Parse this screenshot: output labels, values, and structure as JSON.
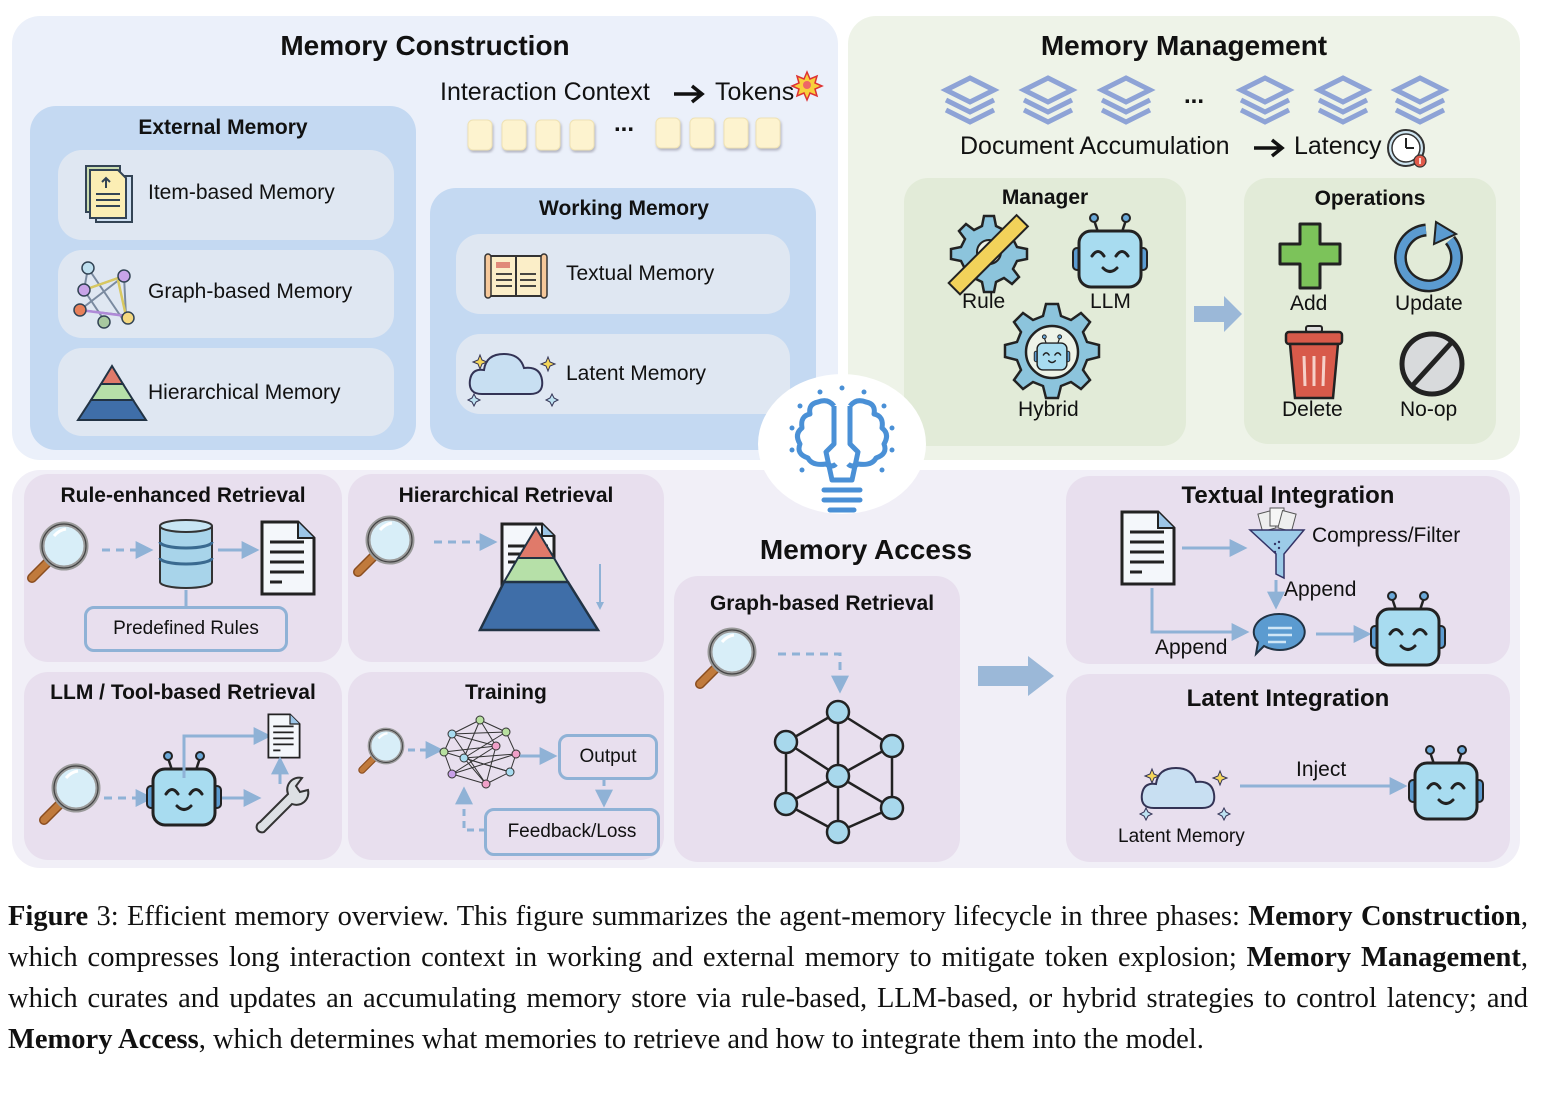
{
  "construction": {
    "title": "Memory Construction",
    "context_label": "Interaction Context",
    "tokens_label": "Tokens",
    "ellipsis": "...",
    "external": {
      "title": "External Memory",
      "items": [
        {
          "label": "Item-based Memory",
          "icon": "document-stack-icon"
        },
        {
          "label": "Graph-based Memory",
          "icon": "graph-network-icon"
        },
        {
          "label": "Hierarchical Memory",
          "icon": "pyramid-icon"
        }
      ]
    },
    "working": {
      "title": "Working Memory",
      "items": [
        {
          "label": "Textual Memory",
          "icon": "open-book-icon"
        },
        {
          "label": "Latent Memory",
          "icon": "cloud-icon"
        }
      ]
    }
  },
  "management": {
    "title": "Memory Management",
    "ellipsis": "...",
    "accumulation_label": "Document Accumulation",
    "latency_label": "Latency",
    "manager": {
      "title": "Manager",
      "rule": "Rule",
      "llm": "LLM",
      "hybrid": "Hybrid"
    },
    "operations": {
      "title": "Operations",
      "add": "Add",
      "update": "Update",
      "delete": "Delete",
      "noop": "No-op"
    }
  },
  "access": {
    "title": "Memory Access",
    "rule_enhanced": {
      "title": "Rule-enhanced Retrieval",
      "rules_box": "Predefined Rules"
    },
    "hierarchical": {
      "title": "Hierarchical Retrieval"
    },
    "llm_tool": {
      "title": "LLM / Tool-based Retrieval"
    },
    "training": {
      "title": "Training",
      "output_box": "Output",
      "feedback_box": "Feedback/Loss"
    },
    "graph": {
      "title": "Graph-based Retrieval"
    },
    "textual": {
      "title": "Textual Integration",
      "compress": "Compress/Filter",
      "append_top": "Append",
      "append_bottom": "Append"
    },
    "latent": {
      "title": "Latent Integration",
      "inject": "Inject",
      "memory_label": "Latent Memory"
    }
  },
  "caption": {
    "fig_label": "Figure",
    "fig_num": " 3: Efficient memory overview. This figure summarizes the agent-memory lifecycle in three phases: ",
    "phase1": "Memory Construction",
    "text1": ", which compresses long interaction context in working and external memory to mitigate token explosion; ",
    "phase2": "Memory Management",
    "text2": ", which curates and updates an accumulating memory store via rule-based, LLM-based, or hybrid strategies to control latency; and ",
    "phase3": "Memory Access",
    "text3": ", which determines what memories to retrieve and how to integrate them into the model."
  },
  "colors": {
    "construction_bg": "#ebf0fa",
    "management_bg": "#eef3e8",
    "access_bg": "#f1eff7",
    "arrow_blue": "#8fb2d6",
    "robot_fill": "#a8dcf0"
  }
}
